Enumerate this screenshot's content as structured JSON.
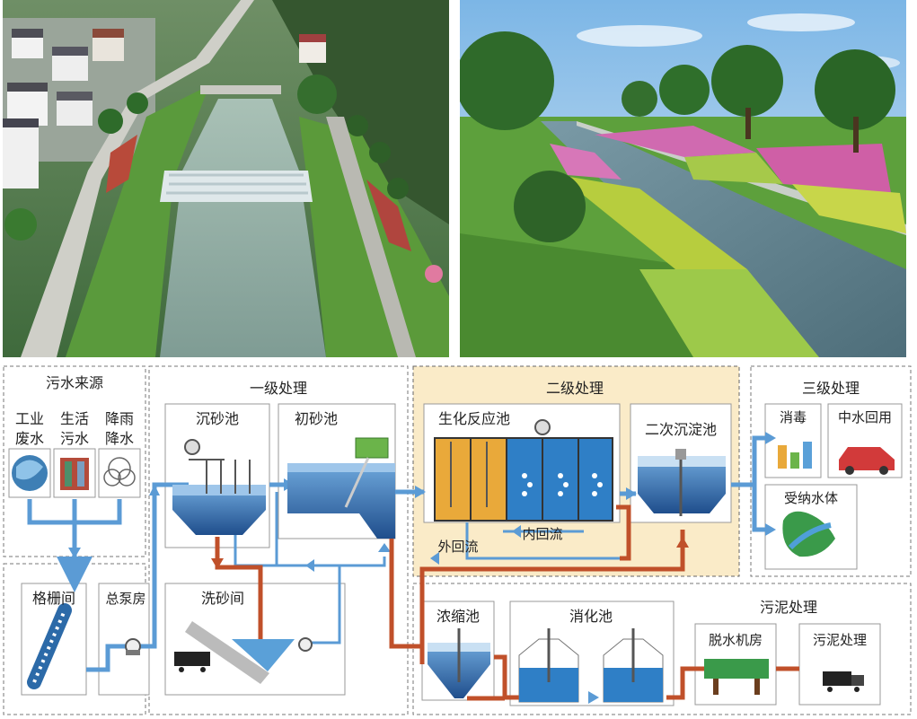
{
  "sewage_source": {
    "title": "污水来源",
    "industrial": [
      "工业",
      "废水"
    ],
    "domestic": [
      "生活",
      "污水"
    ],
    "rain": [
      "降雨",
      "降水"
    ]
  },
  "pretreatment": {
    "screen": "格栅间",
    "pump": "总泵房"
  },
  "primary": {
    "title": "一级处理",
    "grit_chamber": "沉砂池",
    "primary_tank": "初砂池",
    "sand_wash": "洗砂间"
  },
  "secondary": {
    "title": "二级处理",
    "bioreactor": "生化反应池",
    "clarifier": "二次沉淀池",
    "external_return": "外回流",
    "internal_return": "内回流"
  },
  "tertiary": {
    "title": "三级处理",
    "disinfection": "消毒",
    "reuse": "中水回用",
    "receiving_water": "受纳水体"
  },
  "sludge": {
    "title": "污泥处理",
    "thickener": "浓缩池",
    "digester": "消化池",
    "dewatering": "脱水机房",
    "disposal": "污泥处理"
  },
  "colors": {
    "water": "#5b9bd5",
    "sludge": "#c0502a",
    "secondary_bg": "#faebc8",
    "tank": "#1f4e8c"
  }
}
